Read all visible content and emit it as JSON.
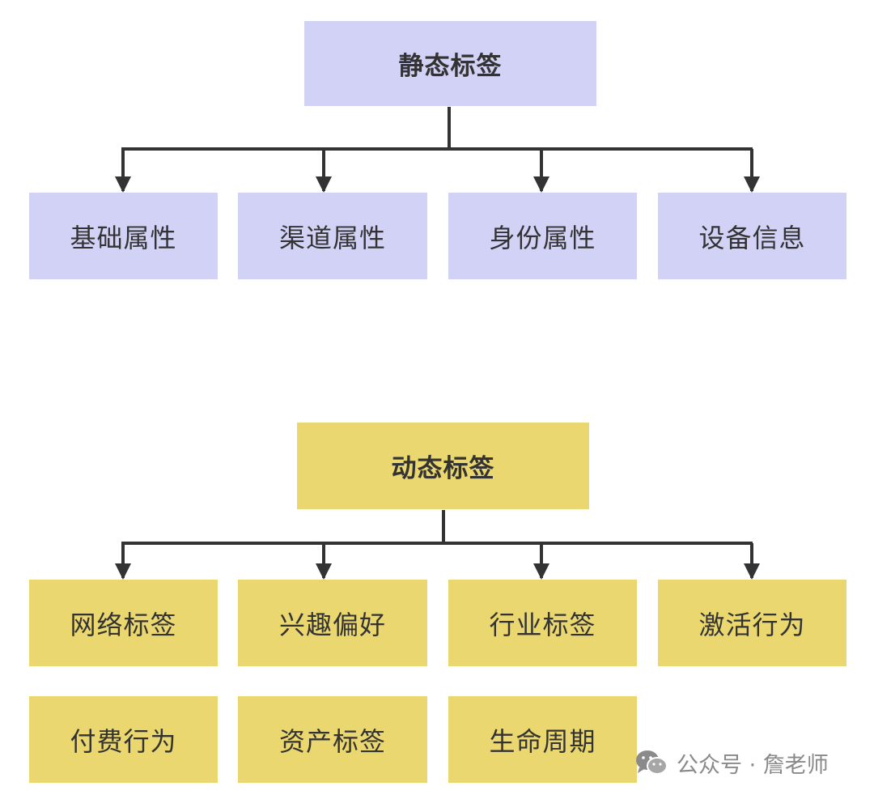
{
  "colors": {
    "static_fill": "#d2d2f7",
    "dynamic_fill": "#ead770",
    "connector": "#333333",
    "text": "#333333",
    "watermark": "#8a8a8a"
  },
  "static_tree": {
    "root": "静态标签",
    "children": [
      "基础属性",
      "渠道属性",
      "身份属性",
      "设备信息"
    ]
  },
  "dynamic_tree": {
    "root": "动态标签",
    "children": [
      "网络标签",
      "兴趣偏好",
      "行业标签",
      "激活行为",
      "付费行为",
      "资产标签",
      "生命周期"
    ]
  },
  "watermark": {
    "icon": "wechat-icon",
    "text": "公众号 · 詹老师"
  }
}
